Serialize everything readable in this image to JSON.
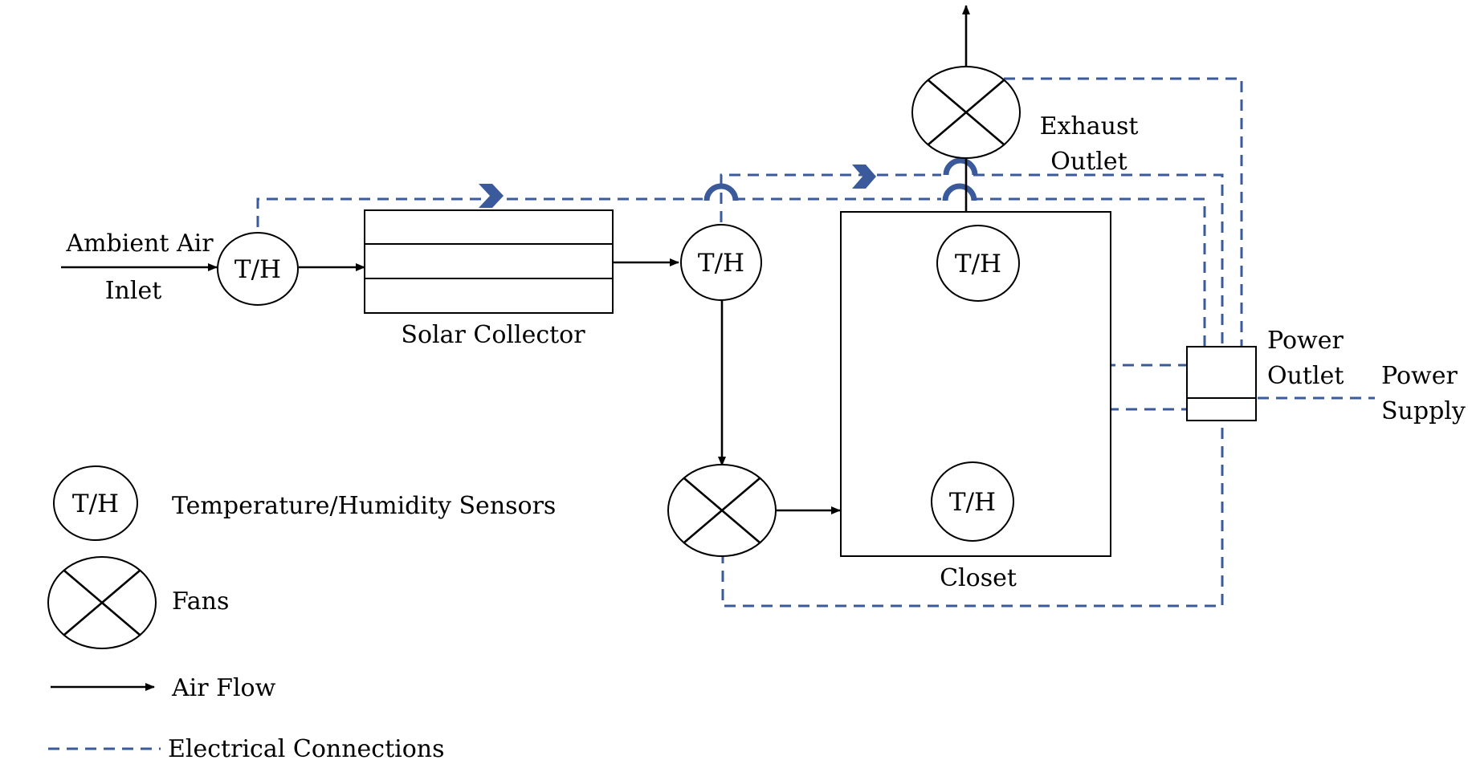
{
  "diagram": {
    "labels": {
      "ambient_air_line1": "Ambient Air",
      "ambient_air_line2": "Inlet",
      "solar_collector": "Solar Collector",
      "closet": "Closet",
      "exhaust_line1": "Exhaust",
      "exhaust_line2": "Outlet",
      "power_outlet_line1": "Power",
      "power_outlet_line2": "Outlet",
      "power_supply_line1": "Power",
      "power_supply_line2": "Supply"
    },
    "sensor_symbol": "T/H",
    "legend": {
      "sensors": "Temperature/Humidity Sensors",
      "fans": "Fans",
      "air_flow": "Air Flow",
      "electrical": "Electrical Connections"
    },
    "colors": {
      "electrical_line": "#3A5A9C",
      "air_line": "#000000"
    }
  }
}
